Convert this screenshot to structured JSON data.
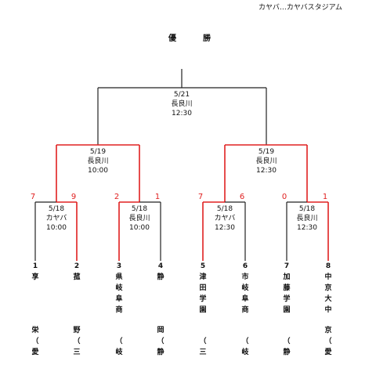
{
  "venue_note": "カヤバ…カヤバスタジアム",
  "title": "優　勝",
  "final": {
    "date": "5/21",
    "venue": "長良川",
    "time": "12:30"
  },
  "semifinals": [
    {
      "date": "5/19",
      "venue": "長良川",
      "time": "10:00"
    },
    {
      "date": "5/19",
      "venue": "長良川",
      "time": "12:30"
    }
  ],
  "quarterfinals": [
    {
      "date": "5/18",
      "venue": "カヤバ",
      "time": "10:00",
      "score_left": "7",
      "score_right": "9"
    },
    {
      "date": "5/18",
      "venue": "長良川",
      "time": "10:00",
      "score_left": "2",
      "score_right": "1"
    },
    {
      "date": "5/18",
      "venue": "カヤバ",
      "time": "12:30",
      "score_left": "7",
      "score_right": "6"
    },
    {
      "date": "5/18",
      "venue": "長良川",
      "time": "12:30",
      "score_left": "0",
      "score_right": "1"
    }
  ],
  "teams": [
    {
      "num": "1",
      "name": [
        "享",
        "",
        "",
        ""
      ],
      "pref": [
        "栄",
        "（",
        "愛"
      ]
    },
    {
      "num": "2",
      "name": [
        "菰",
        "",
        "",
        ""
      ],
      "pref": [
        "野",
        "（",
        "三"
      ]
    },
    {
      "num": "3",
      "name": [
        "県",
        "岐",
        "阜",
        "商"
      ],
      "pref": [
        "",
        "（",
        "岐"
      ]
    },
    {
      "num": "4",
      "name": [
        "静",
        "",
        "",
        ""
      ],
      "pref": [
        "岡",
        "（",
        "静"
      ]
    },
    {
      "num": "5",
      "name": [
        "津",
        "田",
        "学",
        "園"
      ],
      "pref": [
        "",
        "（",
        "三"
      ]
    },
    {
      "num": "6",
      "name": [
        "市",
        "岐",
        "阜",
        "商"
      ],
      "pref": [
        "",
        "（",
        "岐"
      ]
    },
    {
      "num": "7",
      "name": [
        "加",
        "藤",
        "学",
        "園"
      ],
      "pref": [
        "",
        "（",
        "静"
      ]
    },
    {
      "num": "8",
      "name": [
        "中",
        "京",
        "大",
        "中"
      ],
      "pref": [
        "京",
        "（",
        "愛"
      ]
    }
  ],
  "colors": {
    "winner_line": "#e02020",
    "line": "#222222"
  }
}
